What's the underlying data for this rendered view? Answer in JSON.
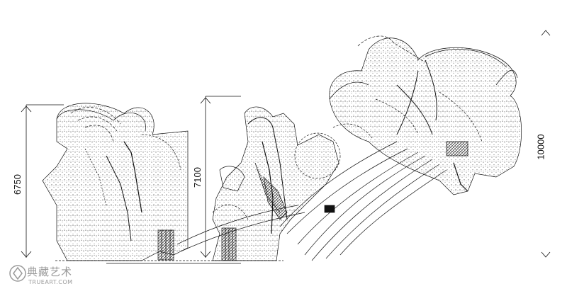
{
  "dimensions": {
    "left_height": "6750",
    "middle_height": "7100",
    "right_height": "10000"
  },
  "watermark": {
    "title": "典藏艺术",
    "subtitle": "TRUEART.COM"
  }
}
